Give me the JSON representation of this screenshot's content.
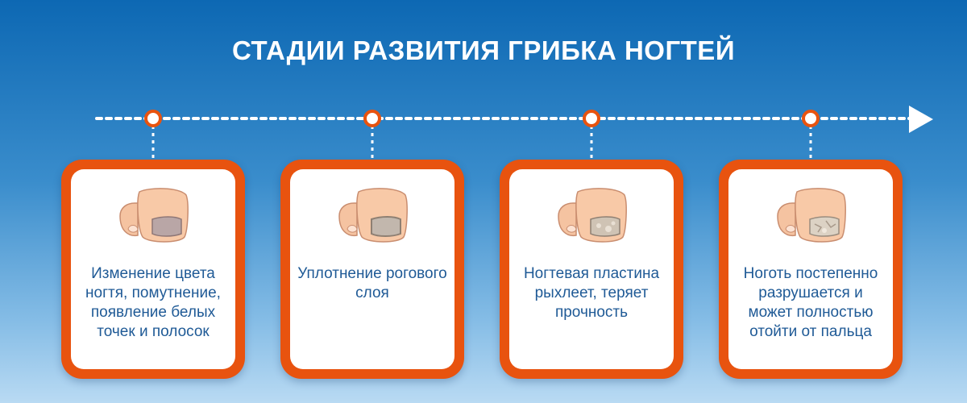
{
  "title": "СТАДИИ РАЗВИТИЯ ГРИБКА НОГТЕЙ",
  "colors": {
    "accent": "#e8530f",
    "text": "#1f5a96",
    "timeline": "#ffffff",
    "background_top": "#0d68b3",
    "background_bottom": "#b9daf3"
  },
  "stages": [
    {
      "label": "Изменение цвета ногтя, помутнение, появление белых точек и полосок"
    },
    {
      "label": "Уплотнение рогового слоя"
    },
    {
      "label": "Ногтевая пластина рыхлеет, теряет прочность"
    },
    {
      "label": "Ноготь постепенно разрушается и может полностью отойти от пальца"
    }
  ]
}
